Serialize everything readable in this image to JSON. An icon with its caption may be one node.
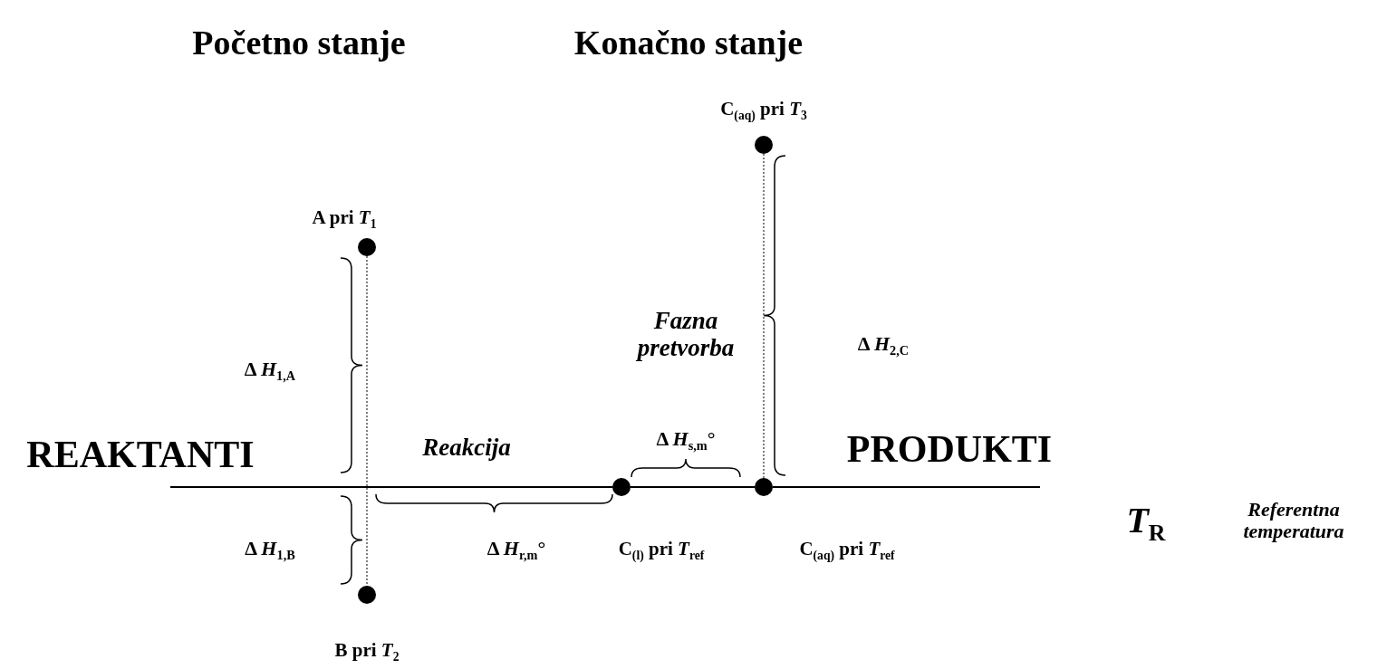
{
  "diagram": {
    "nodes": [
      {
        "text": [],
        "shape": "circle",
        "beside": [
          "C$_{(aq)}$ pri *T*$_{3}$"
        ]
      },
      {
        "text": [],
        "shape": "circle",
        "beside": [
          "A  pri *T*$_{1}$"
        ]
      },
      {
        "text": [],
        "shape": "circle",
        "beside": [
          "C$_{(l)}$ pri *T*$_{ref}$"
        ]
      },
      {
        "text": [],
        "shape": "circle",
        "beside": [
          "C$_{(aq)}$ pri *T*$_{ref}$"
        ]
      },
      {
        "text": [],
        "shape": "circle",
        "beside": [
          "B pri *T*$_{2}$"
        ]
      }
    ],
    "edges": [
      {
        "from": 1,
        "to": 4,
        "arrow": "none",
        "style": "dashed"
      },
      {
        "from": 0,
        "to": 3,
        "arrow": "none",
        "style": "dashed"
      },
      {
        "from": 2,
        "to": 3,
        "arrow": "none"
      }
    ],
    "labels": [
      "Početno stanje",
      "Konačno stanje",
      "Fazna pretvorba",
      "Δ *H*$_{2,C}$",
      "Δ *H*$_{1,A}$",
      "REAKTANTI",
      "Reakcija",
      "Δ *H*$_{s,m}$°",
      "PRODUKTI",
      "*T*$_{R}$",
      "Referentna temperatura",
      "Δ *H*$_{1,B}$",
      "Δ *H*$_{r,m}$°"
    ]
  }
}
